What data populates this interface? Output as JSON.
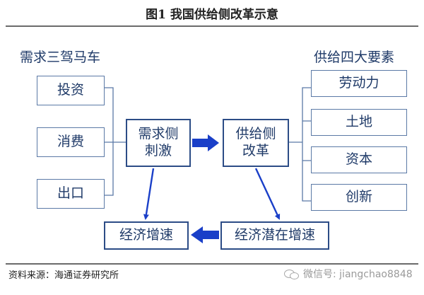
{
  "figure": {
    "title": "图1   我国供给侧改革示意"
  },
  "left_group": {
    "heading": "需求三驾马车",
    "items": [
      "投资",
      "消费",
      "出口"
    ]
  },
  "right_group": {
    "heading": "供给四大要素",
    "items": [
      "劳动力",
      "土地",
      "资本",
      "创新"
    ]
  },
  "center": {
    "demand_stimulus": "需求侧\n刺激",
    "supply_reform": "供给侧\n改革",
    "economic_growth": "经济增速",
    "potential_growth": "经济潜在增速"
  },
  "footer": {
    "source": "资料来源：海通证券研究所",
    "watermark": "微信号: jiangchao8848"
  },
  "colors": {
    "text": "#1f3a68",
    "box_border": "#5b79a6",
    "arrow": "#1a3fc8",
    "connector": "#5b79a6"
  }
}
